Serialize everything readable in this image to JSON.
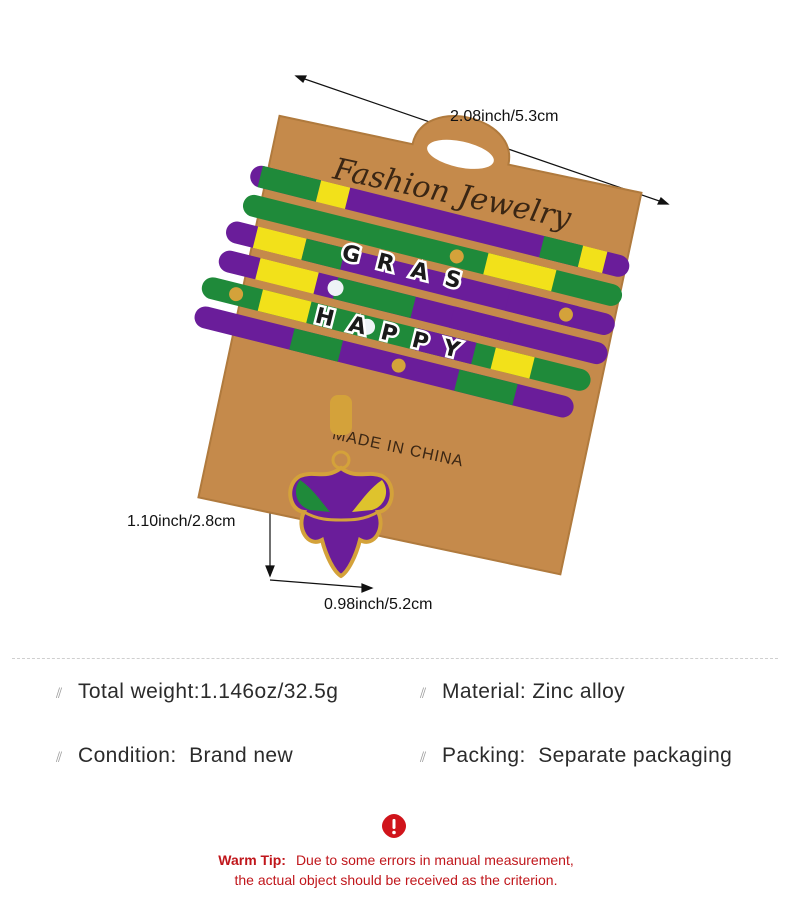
{
  "product_image": {
    "card_title": "Fashion Jewelry",
    "card_origin": "MADE IN CHINA",
    "bead_words": [
      "GRAS",
      "HAPPY"
    ],
    "colors": {
      "card": "#c58a4b",
      "purple": "#6a1d9a",
      "green": "#1f8a3a",
      "yellow": "#f2e11a",
      "gold": "#d4a23a"
    }
  },
  "dimensions": {
    "width_label": "2.08inch/5.3cm",
    "height_label": "1.10inch/2.8cm",
    "pendant_label": "0.98inch/5.2cm"
  },
  "specs": {
    "total_weight": {
      "label": "Total weight",
      "separator": ":",
      "value": "1.146oz/32.5g"
    },
    "material": {
      "label": "Material",
      "separator": ":",
      "value": "Zinc alloy"
    },
    "condition": {
      "label": "Condition",
      "separator": ":",
      "value": "Brand new"
    },
    "packing": {
      "label": "Packing",
      "separator": ":",
      "value": "Separate packaging"
    }
  },
  "warm_tip": {
    "label": "Warm Tip:",
    "line1": "Due to some errors in manual measurement,",
    "line2": "the actual object should be received as the criterion.",
    "icon": "warning-icon"
  }
}
